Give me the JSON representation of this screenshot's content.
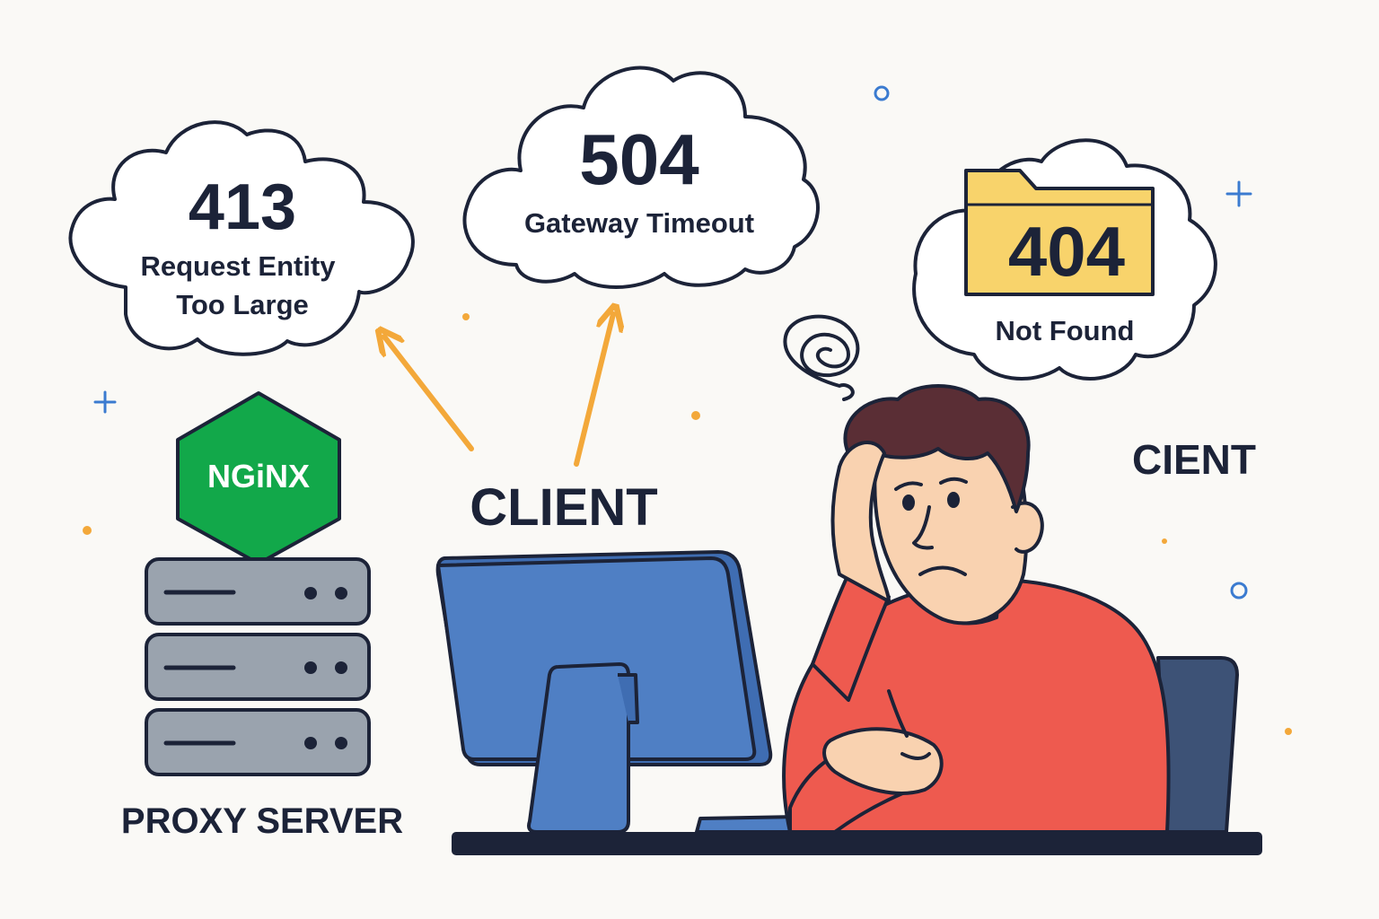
{
  "clouds": {
    "err413": {
      "code": "413",
      "line1": "Request Entity",
      "line2": "Too Large"
    },
    "err504": {
      "code": "504",
      "line1": "Gateway Timeout"
    },
    "err404": {
      "code": "404",
      "line1": "Not Found"
    }
  },
  "labels": {
    "client_main": "CLIENT",
    "client_right": "CIENT",
    "proxy": "PROXY SERVER",
    "nginx_logo": "NGiNX"
  },
  "colors": {
    "ink": "#1c2338",
    "arrow": "#f3a83a",
    "nginx_green": "#12a84a",
    "monitor_blue": "#4f7fc4",
    "sweater_red": "#ee5a4f",
    "skin": "#f9d2b0",
    "hair": "#5a2e35",
    "folder_yellow": "#f8d36b",
    "server_gray": "#9aa3ae",
    "chair_navy": "#3d5276",
    "accent_blue": "#3b7bd0",
    "dot_orange": "#f3a83a"
  }
}
